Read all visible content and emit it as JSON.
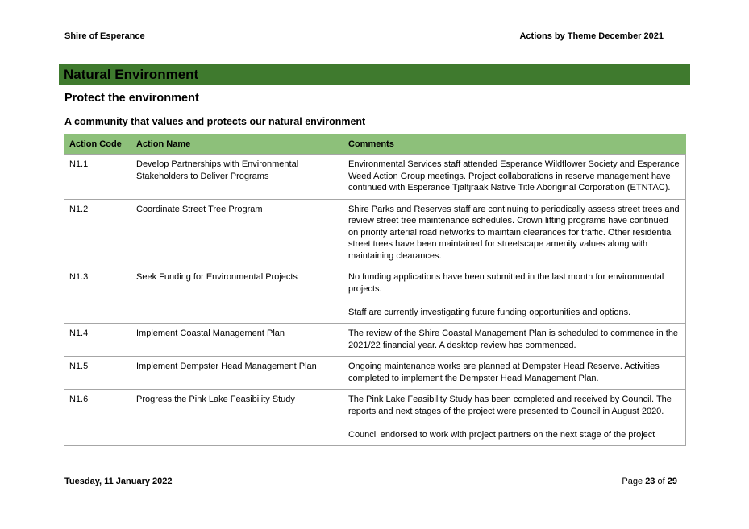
{
  "header": {
    "left": "Shire of Esperance",
    "right": "Actions by Theme December 2021"
  },
  "theme": {
    "title": "Natural Environment",
    "color": "#3f7a2e"
  },
  "goal": "Protect the environment",
  "outcome": "A community that values and protects our natural environment",
  "table": {
    "header_color": "#8dc07a",
    "columns": [
      "Action Code",
      "Action Name",
      "Comments"
    ],
    "rows": [
      {
        "code": "N1.1",
        "name": "Develop Partnerships with Environmental Stakeholders to Deliver Programs",
        "comments": "Environmental Services staff attended Esperance Wildflower Society and Esperance Weed Action Group meetings. Project collaborations in reserve management have continued with Esperance Tjaltjraak Native Title Aboriginal Corporation (ETNTAC)."
      },
      {
        "code": "N1.2",
        "name": "Coordinate Street Tree Program",
        "comments": "Shire Parks and Reserves staff are continuing to periodically assess street trees and review street tree maintenance schedules. Crown lifting programs have continued on priority arterial road networks to maintain clearances for traffic. Other residential street trees have been maintained for streetscape amenity values along with maintaining clearances."
      },
      {
        "code": "N1.3",
        "name": "Seek Funding for Environmental Projects",
        "comments": "No funding applications have been submitted in the last month for environmental projects.\n\nStaff are currently investigating future funding opportunities and options."
      },
      {
        "code": "N1.4",
        "name": "Implement Coastal Management Plan",
        "comments": "The review of the Shire Coastal Management Plan is scheduled to commence in the 2021/22 financial year. A desktop review has commenced."
      },
      {
        "code": "N1.5",
        "name": "Implement Dempster Head Management Plan",
        "comments": "Ongoing maintenance works are planned at Dempster Head Reserve. Activities completed to implement the Dempster Head Management Plan."
      },
      {
        "code": "N1.6",
        "name": "Progress the Pink Lake Feasibility Study",
        "comments": "The Pink Lake Feasibility Study has been completed and received by Council. The reports and next stages of the project were presented to Council in August 2020.\n\nCouncil endorsed to work with project partners on the next stage of the project"
      }
    ]
  },
  "footer": {
    "date": "Tuesday, 11 January 2022",
    "page_prefix": "Page",
    "page_current": "23",
    "page_of": "of",
    "page_total": "29"
  }
}
